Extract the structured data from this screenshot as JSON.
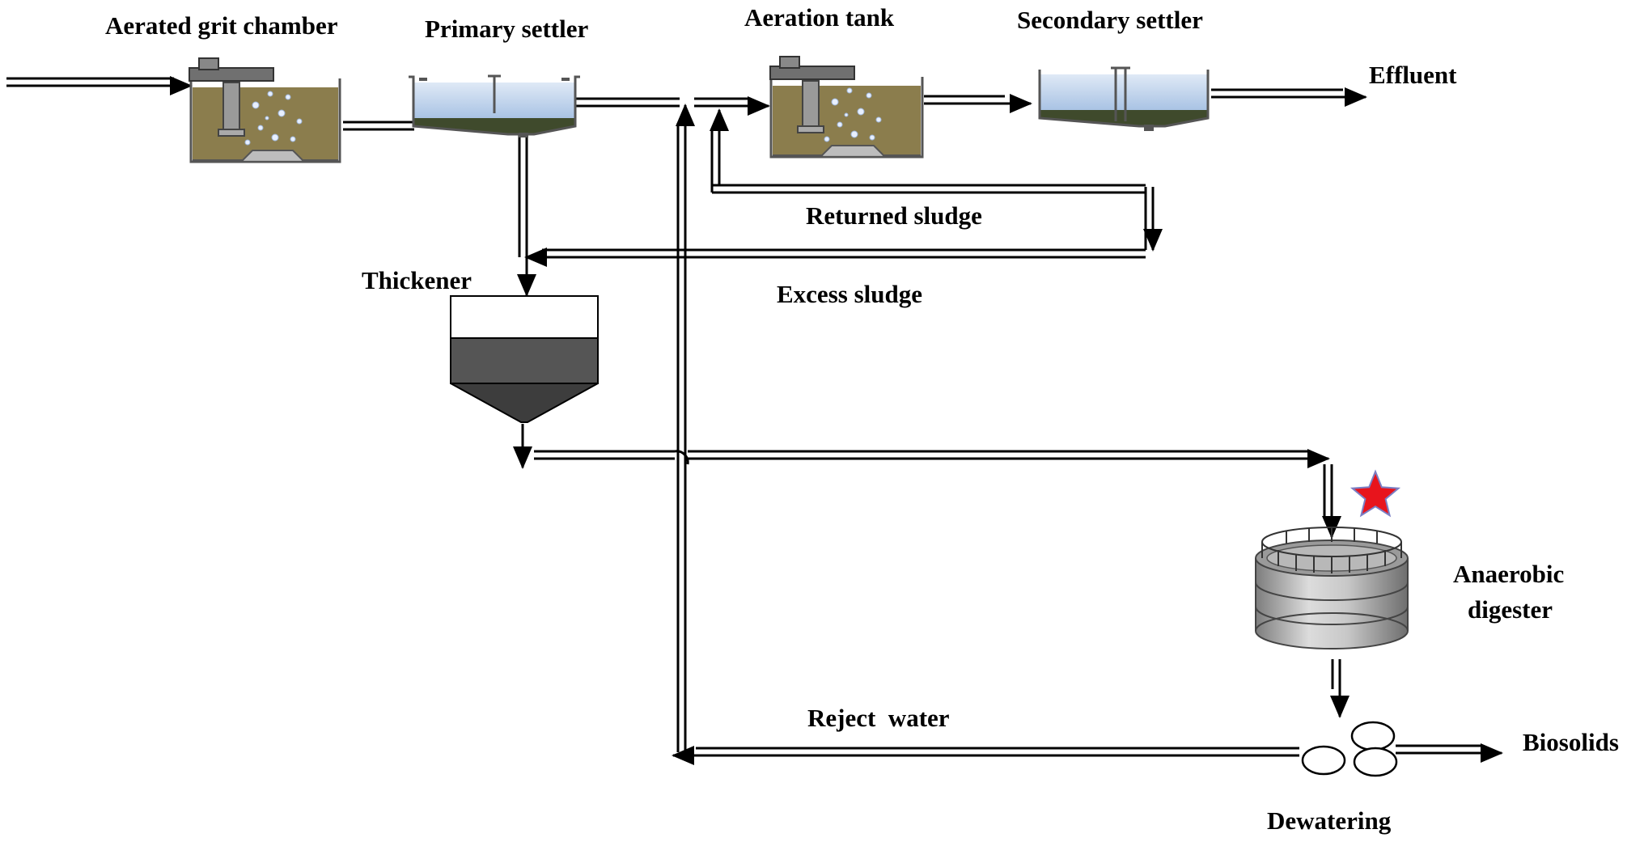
{
  "labels": {
    "aerated_grit_chamber": "Aerated grit chamber",
    "primary_settler": "Primary settler",
    "aeration_tank": "Aeration tank",
    "secondary_settler": "Secondary settler",
    "effluent": "Effluent",
    "returned_sludge": "Returned sludge",
    "thickener": "Thickener",
    "excess_sludge": "Excess sludge",
    "anaerobic_digester_line1": "Anaerobic",
    "anaerobic_digester_line2": "digester",
    "reject_water": "Reject  water",
    "biosolids": "Biosolids",
    "dewatering": "Dewatering"
  },
  "colors": {
    "sludge_brown": "#8b7d4d",
    "clear_water": "#c5d9f1",
    "settled_sludge": "#3f4a2c",
    "thickener_sludge": "#555555",
    "thickener_cone": "#3d3d3d",
    "digester_gray": "#b4b4b4",
    "star_red": "#e8141c",
    "line": "#000000"
  },
  "icons": {
    "marker": "red-star-icon",
    "aerator": "mechanical-aerator-icon",
    "bubbles": "air-bubbles-icon"
  }
}
